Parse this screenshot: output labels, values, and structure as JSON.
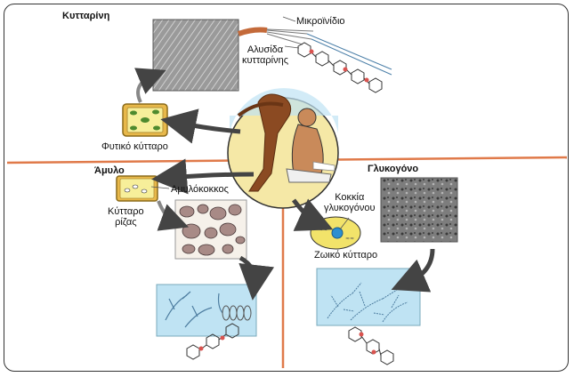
{
  "sections": {
    "cellulose": "Κυτταρίνη",
    "starch": "Άμυλο",
    "glycogen": "Γλυκογόνο"
  },
  "labels": {
    "microfibril": "Μικροϊνίδιο",
    "cellulose_chain": "Αλυσίδα\nκυτταρίνης",
    "plant_cell": "Φυτικό κύτταρο",
    "amyloplast": "Αμυλόκοκκος",
    "root_cell": "Κύτταρο\nρίζας",
    "glycogen_granules": "Κοκκία\nγλυκογόνου",
    "animal_cell": "Ζωικό κύτταρο"
  },
  "colors": {
    "divider": "#e07a4a",
    "arrow": "#444444",
    "plant_cell_wall": "#e8b84a",
    "chloroplast": "#4e8a2e",
    "blue_panel": "#bfe3f3",
    "animal_cell": "#f2e36a",
    "nucleus": "#2b8fd0",
    "circle_bg": "#f5e8a6"
  }
}
